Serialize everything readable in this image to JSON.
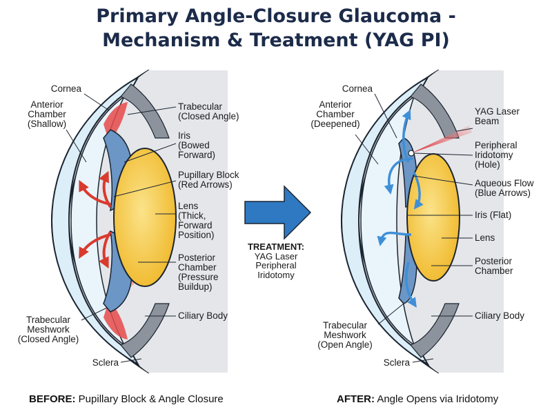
{
  "title": {
    "line1": "Primary Angle-Closure Glaucoma -",
    "line2": "Mechanism & Treatment (YAG PI)"
  },
  "before": {
    "labels": {
      "cornea": "Cornea",
      "anterior_chamber": "Anterior\nChamber\n(Shallow)",
      "trabecular_closed": "Trabecular\n(Closed Angle)",
      "iris": "Iris\n(Bowed\nForward)",
      "pupillary_block": "Pupillary Block\n(Red Arrows)",
      "lens": "Lens\n(Thick,\nForward\nPosition)",
      "posterior_chamber": "Posterior\nChamber\n(Pressure\nBuildup)",
      "ciliary_body": "Ciliary Body",
      "trabecular_meshwork": "Trabecular\nMeshwork\n(Closed Angle)",
      "sclera": "Sclera"
    },
    "caption_bold": "BEFORE:",
    "caption_text": " Pupillary Block & Angle Closure"
  },
  "treatment": {
    "heading": "TREATMENT:",
    "text": "YAG Laser\nPeripheral\nIridotomy"
  },
  "after": {
    "labels": {
      "cornea": "Cornea",
      "anterior_chamber": "Anterior\nChamber\n(Deepened)",
      "yag_beam": "YAG Laser\nBeam",
      "iridotomy": "Peripheral\nIridotomy\n(Hole)",
      "aqueous_flow": "Aqueous Flow\n(Blue Arrows)",
      "iris_flat": "Iris (Flat)",
      "lens": "Lens",
      "posterior_chamber": "Posterior\nChamber",
      "ciliary_body": "Ciliary Body",
      "trabecular_meshwork": "Trabecular\nMeshwork\n(Open Angle)",
      "sclera": "Sclera"
    },
    "caption_bold": "AFTER:",
    "caption_text": " Angle Opens via Iridotomy"
  },
  "colors": {
    "title": "#1c2b4a",
    "cornea_fill": "#dceef8",
    "sclera_fill": "#b9bcc2",
    "iris_fill": "#6b96c6",
    "lens_fill": "#f5c842",
    "red_arrow": "#d93a2e",
    "blue_arrow": "#3f8fd6",
    "treatment_arrow": "#2f78c2"
  }
}
